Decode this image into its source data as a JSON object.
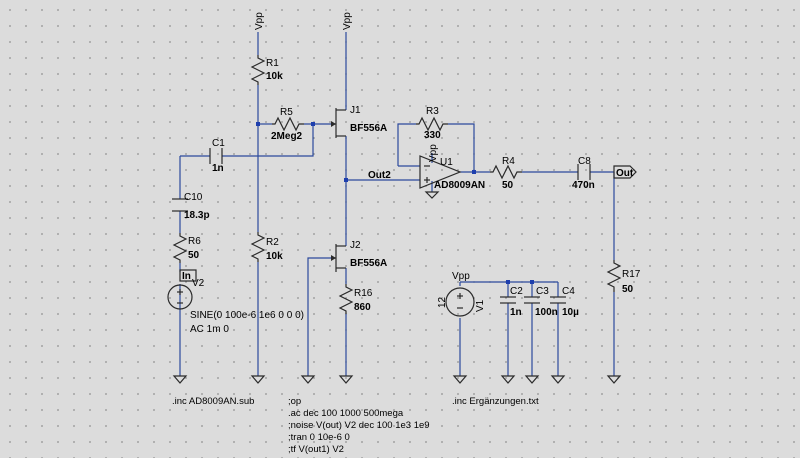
{
  "nets": {
    "vpp": "Vpp",
    "out2": "Out2",
    "out": "Out",
    "in": "In"
  },
  "components": {
    "r1": {
      "name": "R1",
      "value": "10k"
    },
    "r2": {
      "name": "R2",
      "value": "10k"
    },
    "r3": {
      "name": "R3",
      "value": "330"
    },
    "r4": {
      "name": "R4",
      "value": "50"
    },
    "r5": {
      "name": "R5",
      "value": "2Meg2"
    },
    "r6": {
      "name": "R6",
      "value": "50"
    },
    "r16": {
      "name": "R16",
      "value": "860"
    },
    "r17": {
      "name": "R17",
      "value": "50"
    },
    "c1": {
      "name": "C1",
      "value": "1n"
    },
    "c2": {
      "name": "C2",
      "value": "1n"
    },
    "c3": {
      "name": "C3",
      "value": "100n"
    },
    "c4": {
      "name": "C4",
      "value": "10µ"
    },
    "c8": {
      "name": "C8",
      "value": "470n"
    },
    "c10": {
      "name": "C10",
      "value": "18.3p"
    },
    "j1": {
      "name": "J1",
      "value": "BF556A"
    },
    "j2": {
      "name": "J2",
      "value": "BF556A"
    },
    "u1": {
      "name": "U1",
      "value": "AD8009AN"
    },
    "v1": {
      "name": "V1",
      "value": "12"
    },
    "v2": {
      "name": "V2",
      "value_line1": "SINE(0 100e-6 1e6 0 0 0)",
      "value_line2": "AC 1m 0"
    }
  },
  "directives": {
    "inc_ad8009": ".inc AD8009AN.sub",
    "inc_erg": ".inc Ergänzungen.txt",
    "lines": [
      ";op",
      ".ac dec 100 1000 500mega",
      ";noise V(out) V2 dec 100 1e3 1e9",
      ";tran 0 10e-6 0",
      ";tf V(out1) V2"
    ]
  },
  "colors": {
    "wire": "#2c4a9c",
    "symbol": "#2a2a2a",
    "junction": "#1e3fae",
    "background": "#dcdcdc"
  }
}
